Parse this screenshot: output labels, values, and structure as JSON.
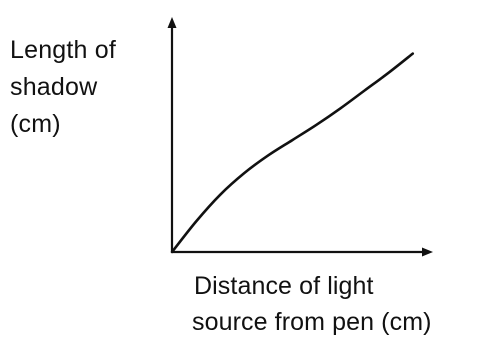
{
  "chart_data": {
    "type": "line",
    "title": "",
    "ylabel_lines": [
      "Length of",
      "shadow",
      "(cm)"
    ],
    "xlabel_lines": [
      "Distance of light",
      "source from pen (cm)"
    ],
    "x": [
      0,
      1,
      2,
      3,
      4,
      5,
      6,
      7,
      8,
      9,
      10
    ],
    "series": [
      {
        "values": [
          0,
          1.2,
          2.25,
          3.1,
          3.8,
          4.4,
          5.0,
          5.65,
          6.35,
          7.05,
          7.8
        ]
      }
    ],
    "xlim": [
      0,
      10.8
    ],
    "ylim": [
      0,
      9.2
    ],
    "grid": false,
    "ticks": false,
    "line_color": "#111111",
    "axis_color": "#111111"
  }
}
